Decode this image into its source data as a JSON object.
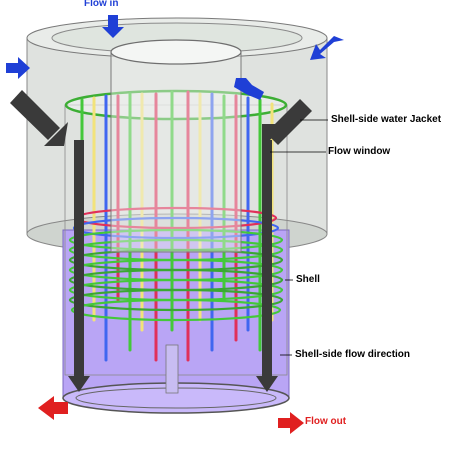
{
  "labels": {
    "flow_in": "Flow in",
    "jacket": "Shell-side water Jacket",
    "window": "Flow window",
    "shell": "Shell",
    "direction": "Shell-side flow direction",
    "flow_out": "Flow out"
  },
  "colors": {
    "inlet_arrow": "#1f3fd6",
    "outlet_arrow": "#e02020",
    "flow_direction_arrow": "#3a3a3a",
    "shell": "#b9a5f5",
    "jacket": "#d9ddd9",
    "tube_green": "#44c83a",
    "tube_red": "#e0305a",
    "tube_yellow": "#f2e37a",
    "tube_blue": "#4066f0"
  }
}
